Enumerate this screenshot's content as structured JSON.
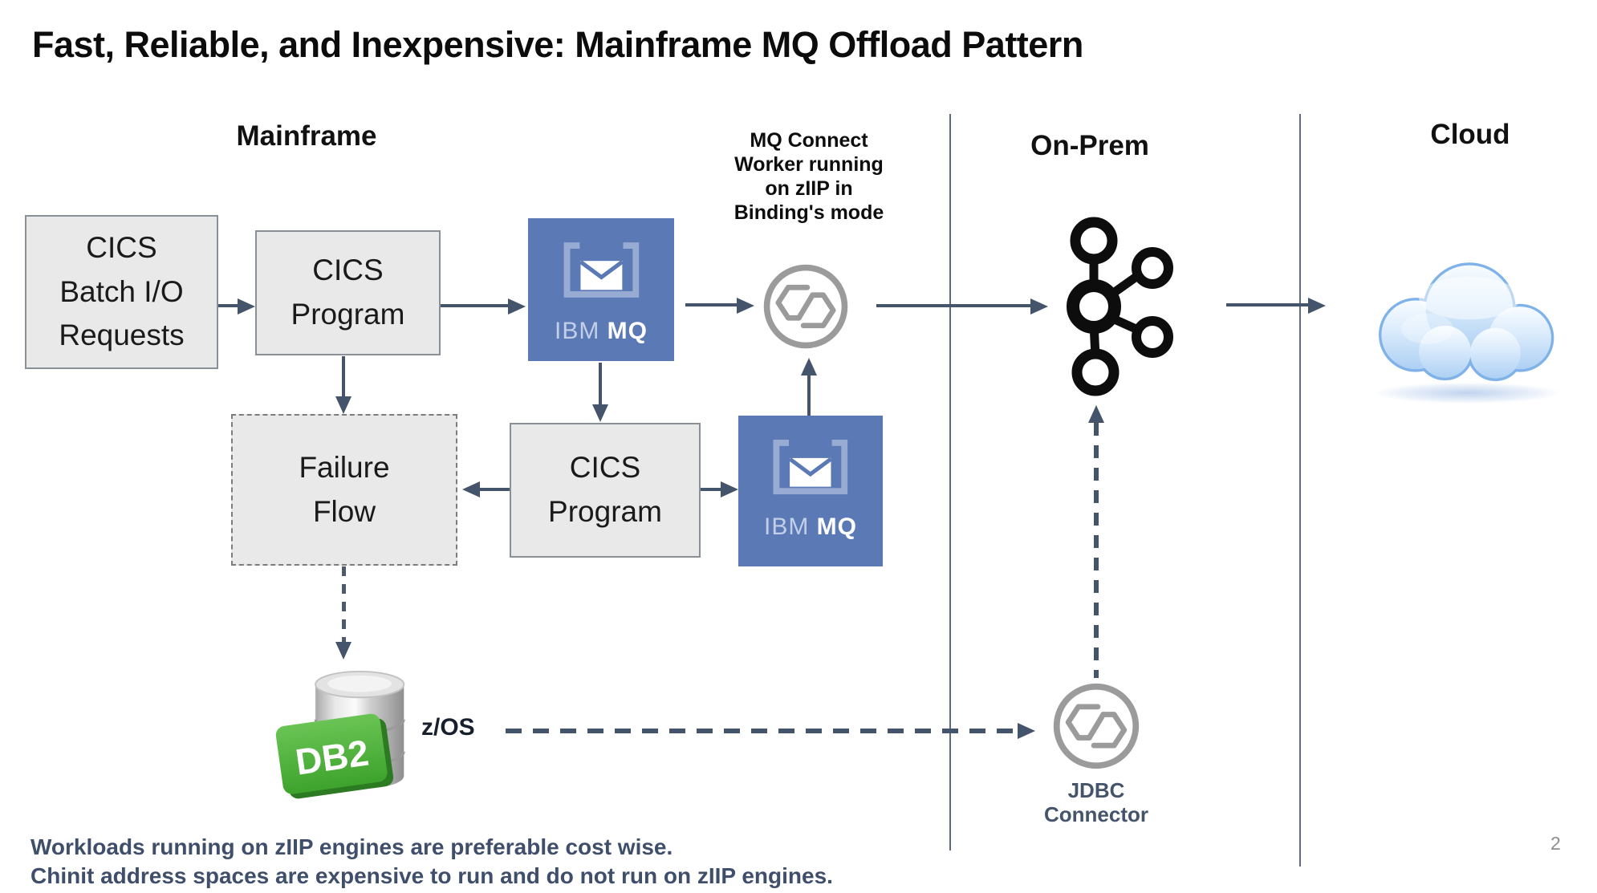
{
  "title": "Fast, Reliable, and Inexpensive: Mainframe MQ Offload Pattern",
  "column_headers": {
    "mainframe": "Mainframe",
    "on_prem": "On-Prem",
    "cloud": "Cloud"
  },
  "nodes": {
    "cics_batch": {
      "lines": [
        "CICS",
        "Batch I/O",
        "Requests"
      ]
    },
    "cics_program_top": {
      "lines": [
        "CICS",
        "Program"
      ]
    },
    "cics_program_bottom": {
      "lines": [
        "CICS",
        "Program"
      ]
    },
    "ibm_mq": {
      "brand": "IBM",
      "product": "MQ"
    },
    "failure_flow": {
      "lines": [
        "Failure",
        "Flow"
      ]
    },
    "db2": {
      "label": "DB2",
      "platform_label": "z/OS"
    },
    "jdbc_connector": {
      "lines": [
        "JDBC",
        "Connector"
      ]
    }
  },
  "annotations": {
    "mq_worker_note": {
      "lines": [
        "MQ Connect",
        "Worker running",
        "on zIIP  in",
        "Binding's mode"
      ]
    }
  },
  "footnotes": [
    "Workloads running on zIIP engines are preferable cost wise.",
    "Chinit address spaces are expensive to run and do not run on zIIP engines."
  ],
  "page_number": "2",
  "colors": {
    "mq_box_blue": "#5b79b5",
    "box_gray": "#e9e9e9",
    "arrow_slate": "#44546a",
    "connector_gray": "#9b9b9b",
    "kafka_black": "#0d0d0d",
    "db2_green": "#4fb33c",
    "cloud_blue": "#aed0f4",
    "footnote_text": "#3f4f6b",
    "divider_line": "#5c6b82"
  }
}
